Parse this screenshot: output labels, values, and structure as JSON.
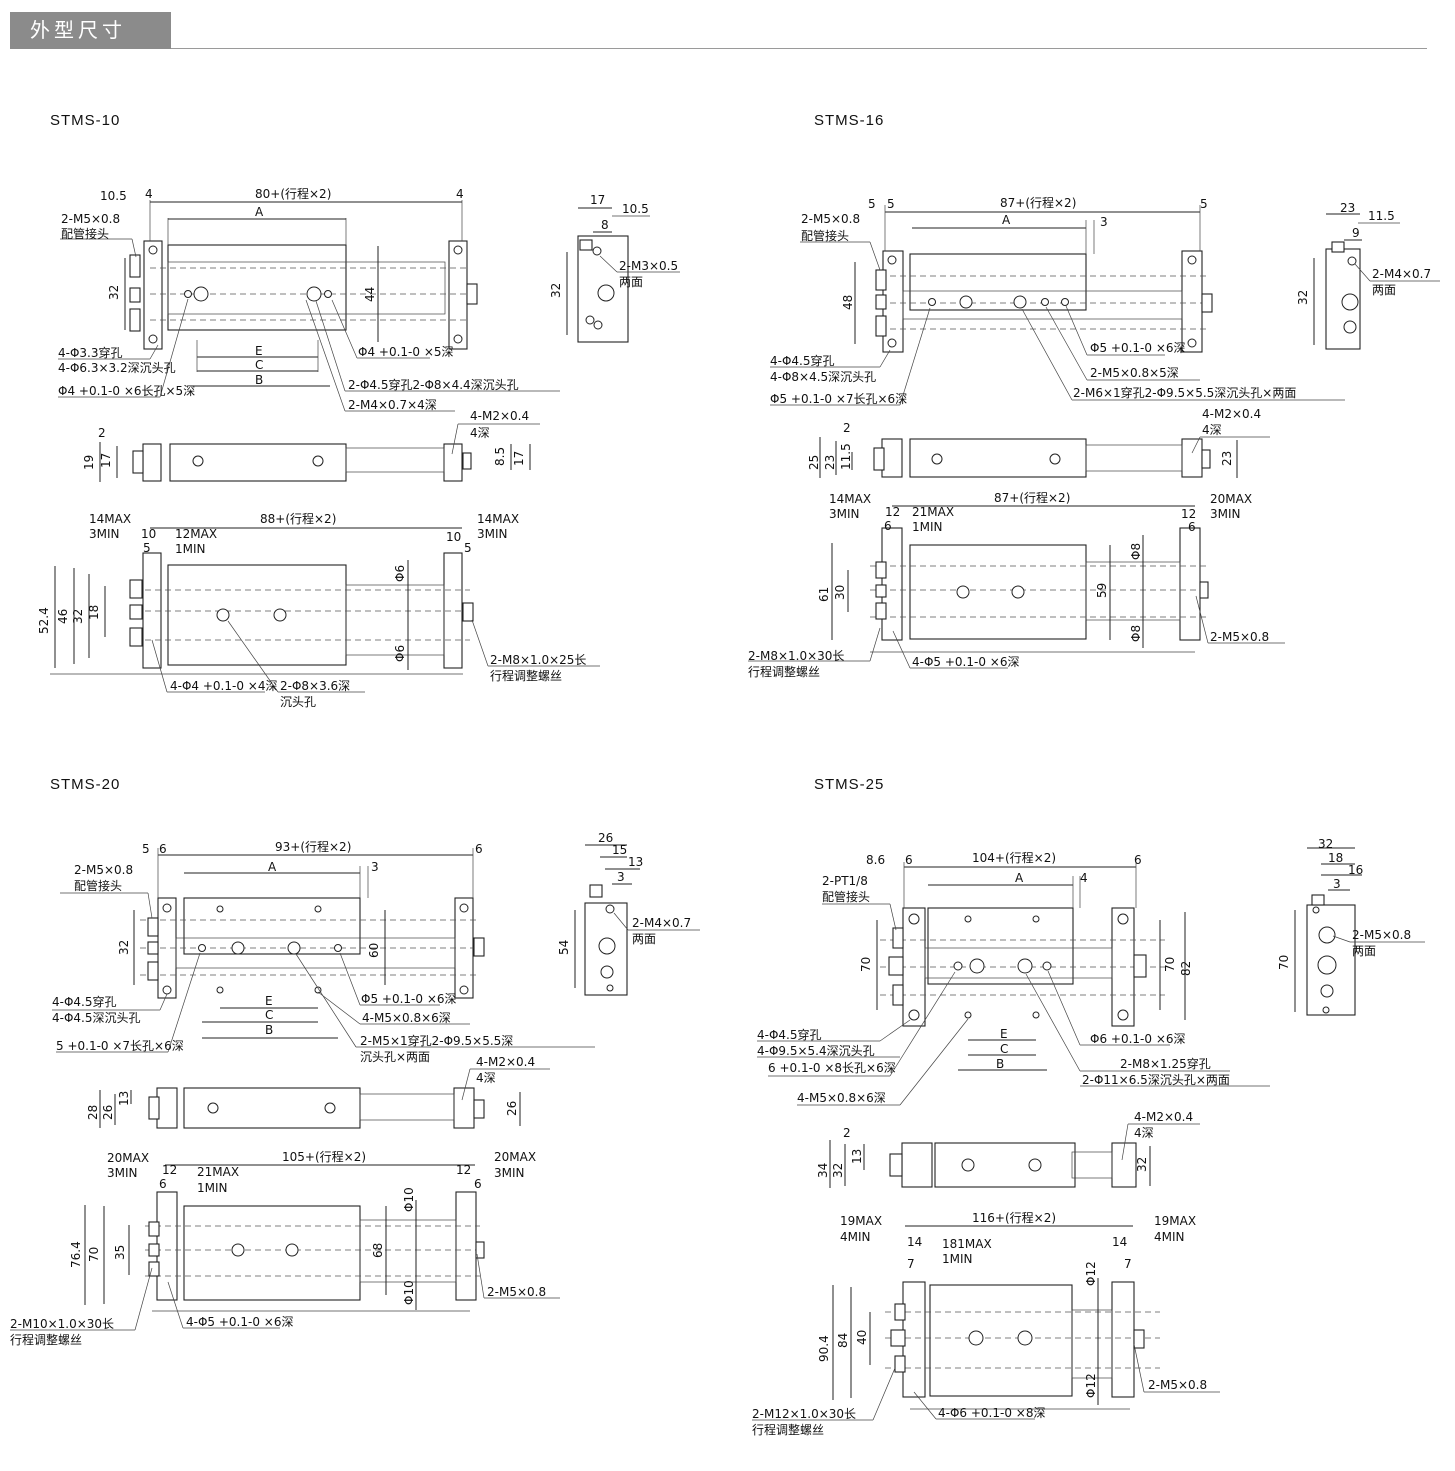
{
  "header": {
    "title": "外型尺寸"
  },
  "models": [
    {
      "title": "STMS-10",
      "labels": {
        "l1": "10.5",
        "l2": "4",
        "l3": "80+(行程×2)",
        "l4": "4",
        "l5": "2-M5×0.8",
        "l6": "配管接头",
        "l7": "A",
        "l8": "32",
        "l9": "44",
        "l10": "4-Φ3.3穿孔",
        "l11": "4-Φ6.3×3.2深沉头孔",
        "l12": "Φ4 +0.1-0 ×6长孔×5深",
        "l13": "E",
        "l14": "C",
        "l15": "B",
        "l16": "Φ4 +0.1-0 ×5深",
        "l17": "2-Φ4.5穿孔2-Φ8×4.4深沉头孔",
        "l18": "2-M4×0.7×4深",
        "l19": "17",
        "l20": "10.5",
        "l21": "8",
        "l22": "32",
        "l23": "2-M3×0.5",
        "l24": "两面",
        "l25": "2",
        "l26": "19",
        "l27": "17",
        "l28": "4-M2×0.4",
        "l29": "4深",
        "l30": "8.5",
        "l31": "17",
        "l32": "14MAX",
        "l33": "3MIN",
        "l34": "10",
        "l35": "5",
        "l36": "12MAX",
        "l37": "1MIN",
        "l38": "88+(行程×2)",
        "l39": "14MAX",
        "l40": "3MIN",
        "l41": "10",
        "l42": "5",
        "l43": "52.4",
        "l44": "46",
        "l45": "32",
        "l46": "18",
        "l47": "Φ6",
        "l48": "Φ6",
        "l49": "4-Φ4 +0.1-0 ×4深",
        "l50": "2-Φ8×3.6深",
        "l51": "沉头孔",
        "l52": "2-M8×1.0×25长",
        "l53": "行程调整螺丝"
      }
    },
    {
      "title": "STMS-16",
      "labels": {
        "l1": "5",
        "l2": "5",
        "l3": "87+(行程×2)",
        "l4": "5",
        "l5": "2-M5×0.8",
        "l6": "配管接头",
        "l7": "A",
        "l8": "3",
        "l9": "48",
        "l10": "4-Φ4.5穿孔",
        "l11": "4-Φ8×4.5深沉头孔",
        "l12": "Φ5 +0.1-0 ×7长孔×6深",
        "l16": "Φ5 +0.1-0 ×6深",
        "l17": "2-M5×0.8×5深",
        "l18": "2-M6×1穿孔2-Φ9.5×5.5深沉头孔×两面",
        "l19": "23",
        "l20": "11.5",
        "l21": "9",
        "l22": "32",
        "l23": "2-M4×0.7",
        "l24": "两面",
        "l25": "2",
        "l26": "25",
        "l27": "23",
        "l27b": "11.5",
        "l28": "4-M2×0.4",
        "l29": "4深",
        "l31": "23",
        "l32": "14MAX",
        "l33": "3MIN",
        "l34": "12",
        "l35": "6",
        "l36": "21MAX",
        "l37": "1MIN",
        "l38": "87+(行程×2)",
        "l39": "20MAX",
        "l40": "3MIN",
        "l41": "12",
        "l42": "6",
        "l44": "61",
        "l45": "30",
        "l46": "59",
        "l47": "Φ8",
        "l48": "Φ8",
        "l49": "4-Φ5 +0.1-0 ×6深",
        "l52": "2-M8×1.0×30长",
        "l53": "行程调整螺丝",
        "l54": "2-M5×0.8"
      }
    },
    {
      "title": "STMS-20",
      "labels": {
        "l1": "5",
        "l2": "6",
        "l3": "93+(行程×2)",
        "l4": "6",
        "l5": "2-M5×0.8",
        "l6": "配管接头",
        "l7": "A",
        "l8": "3",
        "l9": "60",
        "l9b": "32",
        "l10": "4-Φ4.5穿孔",
        "l11": "4-Φ4.5深沉头孔",
        "l12": "5 +0.1-0 ×7长孔×6深",
        "l13": "E",
        "l14": "C",
        "l15": "B",
        "l16": "Φ5 +0.1-0 ×6深",
        "l17": "4-M5×0.8×6深",
        "l18": "2-M5×1穿孔2-Φ9.5×5.5深",
        "l18b": "沉头孔×两面",
        "l19": "26",
        "l20": "15",
        "l21": "13",
        "l21b": "3",
        "l22": "54",
        "l23": "2-M4×0.7",
        "l24": "两面",
        "l25": "13",
        "l26": "28",
        "l27": "26",
        "l28": "4-M2×0.4",
        "l29": "4深",
        "l31": "26",
        "l32": "20MAX",
        "l33": "3MIN",
        "l34": "12",
        "l35": "6",
        "l36": "21MAX",
        "l37": "1MIN",
        "l38": "105+(行程×2)",
        "l39": "20MAX",
        "l40": "3MIN",
        "l41": "12",
        "l42": "6",
        "l43": "76.4",
        "l44": "70",
        "l45": "35",
        "l46": "68",
        "l47": "Φ10",
        "l48": "Φ10",
        "l49": "4-Φ5 +0.1-0 ×6深",
        "l52": "2-M10×1.0×30长",
        "l53": "行程调整螺丝",
        "l54": "2-M5×0.8"
      }
    },
    {
      "title": "STMS-25",
      "labels": {
        "l1": "8.6",
        "l2": "6",
        "l3": "104+(行程×2)",
        "l4": "6",
        "l5": "2-PT1/8",
        "l6": "配管接头",
        "l7": "A",
        "l8": "4",
        "l9": "70",
        "l9b": "82",
        "l9c": "70",
        "l10": "4-Φ4.5穿孔",
        "l11": "4-Φ9.5×5.4深沉头孔",
        "l12": "6 +0.1-0 ×8长孔×6深",
        "l13": "E",
        "l14": "C",
        "l15": "B",
        "l16": "Φ6 +0.1-0 ×6深",
        "l17": "2-M8×1.25穿孔",
        "l18": "2-Φ11×6.5深沉头孔×两面",
        "l18b": "4-M5×0.8×6深",
        "l19": "32",
        "l20": "18",
        "l21": "16",
        "l21b": "3",
        "l22": "70",
        "l23": "2-M5×0.8",
        "l24": "两面",
        "l25": "2",
        "l26": "34",
        "l27": "32",
        "l27b": "13",
        "l28": "4-M2×0.4",
        "l29": "4深",
        "l31": "32",
        "l32": "19MAX",
        "l33": "4MIN",
        "l34": "14",
        "l35": "7",
        "l36": "181MAX",
        "l37": "1MIN",
        "l38": "116+(行程×2)",
        "l39": "19MAX",
        "l40": "4MIN",
        "l41": "14",
        "l42": "7",
        "l43": "90.4",
        "l44": "84",
        "l45": "40",
        "l47": "Φ12",
        "l48": "Φ12",
        "l49": "4-Φ6 +0.1-0 ×8深",
        "l52": "2-M12×1.0×30长",
        "l53": "行程调整螺丝",
        "l54": "2-M5×0.8"
      }
    }
  ]
}
